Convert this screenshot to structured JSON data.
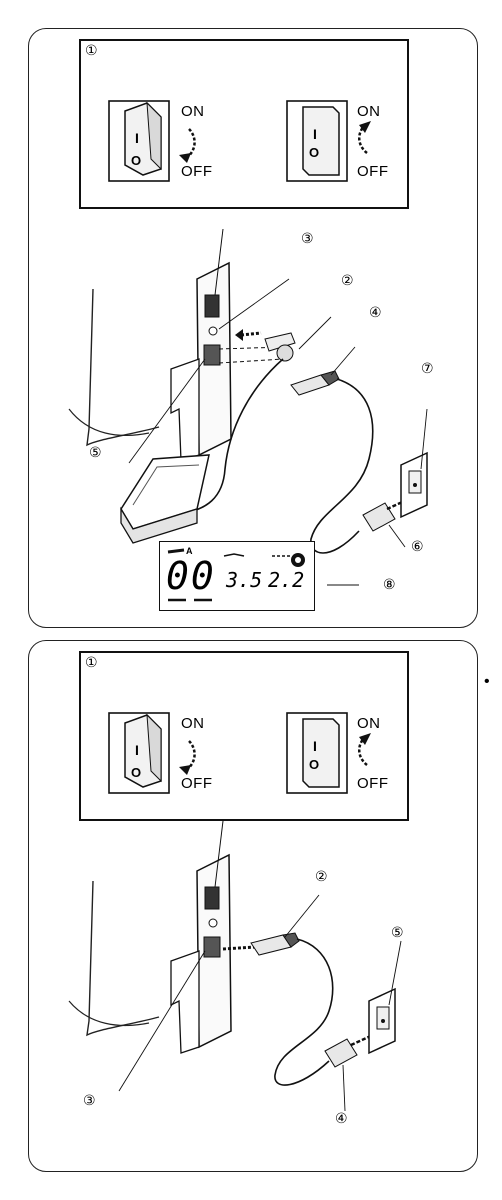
{
  "panel_top": {
    "callout_main": "①",
    "switch_off_state": {
      "on_label": "ON",
      "off_label": "OFF",
      "rocker_mark_top": "I",
      "rocker_mark_bottom": "O"
    },
    "switch_on_state": {
      "on_label": "ON",
      "off_label": "OFF",
      "rocker_mark_top": "I",
      "rocker_mark_bottom": "O"
    },
    "callouts": {
      "c2": "②",
      "c3": "③",
      "c4": "④",
      "c5": "⑤",
      "c6": "⑥",
      "c7": "⑦",
      "c8": "⑧"
    },
    "lcd": {
      "pattern_digits": "00",
      "mode_letter": "A",
      "stitch_width": "3.5",
      "stitch_length": "2.2"
    }
  },
  "panel_bottom": {
    "callout_main": "①",
    "switch_off_state": {
      "on_label": "ON",
      "off_label": "OFF",
      "rocker_mark_top": "I",
      "rocker_mark_bottom": "O"
    },
    "switch_on_state": {
      "on_label": "ON",
      "off_label": "OFF",
      "rocker_mark_top": "I",
      "rocker_mark_bottom": "O"
    },
    "callouts": {
      "c2": "②",
      "c3": "③",
      "c4": "④",
      "c5": "⑤"
    }
  },
  "side_mark": "•"
}
